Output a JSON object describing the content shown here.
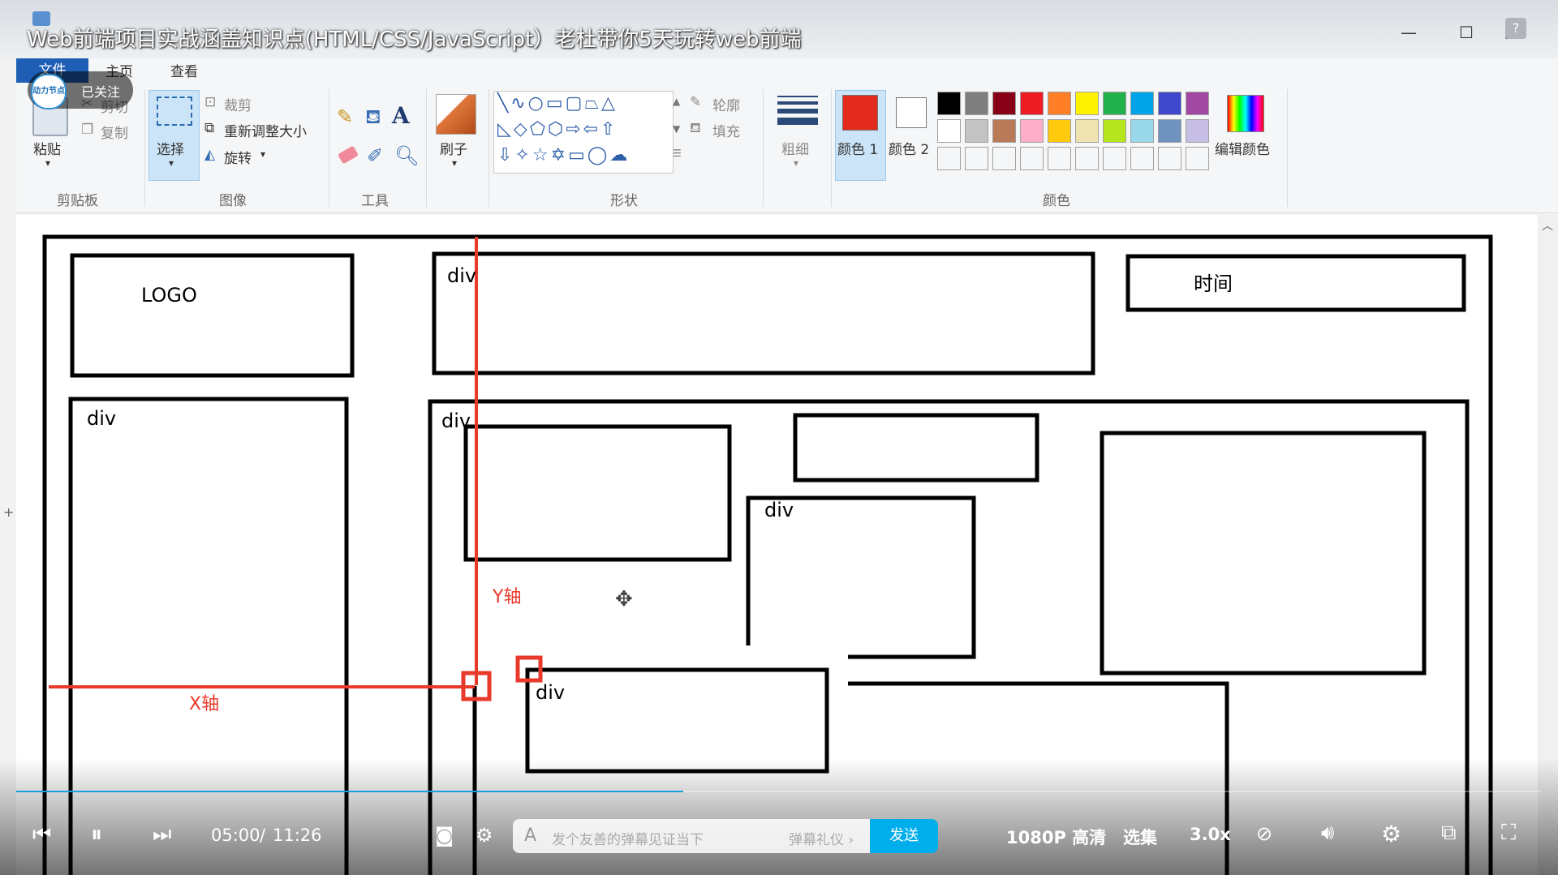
{
  "video": {
    "title": "Web前端项目实战涵盖知识点(HTML/CSS/JavaScript）老杜带你5天玩转web前端",
    "follow_label": "已关注",
    "avatar_text": "动力节点",
    "current_time": "05:00",
    "time_sep": "/",
    "duration": "11:26",
    "progress_fraction": 0.437,
    "danmu_placeholder": "发个友善的弹幕见证当下",
    "danmu_etiquette": "弹幕礼仪 ›",
    "send_label": "发送",
    "quality_label": "1080P 高清",
    "episodes_label": "选集",
    "speed_label": "3.0x",
    "accent_color": "#00aeec"
  },
  "paint": {
    "tabs": {
      "file": "文件",
      "home": "主页",
      "view": "查看"
    },
    "clipboard": {
      "paste": "粘贴",
      "cut": "剪切",
      "copy": "复制",
      "group": "剪贴板"
    },
    "image": {
      "select": "选择",
      "crop": "裁剪",
      "resize": "重新调整大小",
      "rotate": "旋转",
      "group": "图像"
    },
    "tools": {
      "group": "工具",
      "text_tool": "A"
    },
    "brush": {
      "label": "刷子"
    },
    "shapes": {
      "group": "形状",
      "outline": "轮廓",
      "fill": "填充"
    },
    "size": {
      "label": "粗细"
    },
    "colors": {
      "color1_label": "颜色 1",
      "color2_label": "颜色 2",
      "edit_label": "编辑颜色",
      "group": "颜色",
      "color1": "#e32a1d",
      "color2": "#ffffff",
      "palette_row1": [
        "#000000",
        "#7f7f7f",
        "#880015",
        "#ed1c24",
        "#ff7f27",
        "#fff200",
        "#22b14c",
        "#00a2e8",
        "#3f48cc",
        "#a349a4"
      ],
      "palette_row2": [
        "#ffffff",
        "#c3c3c3",
        "#b97a57",
        "#ffaec9",
        "#ffc90e",
        "#efe4b0",
        "#b5e61d",
        "#99d9ea",
        "#7092be",
        "#c8bfe7"
      ]
    }
  },
  "drawing": {
    "logo": "LOGO",
    "time": "时间",
    "div_label": "div",
    "y_axis": "Y轴",
    "x_axis": "X轴"
  }
}
